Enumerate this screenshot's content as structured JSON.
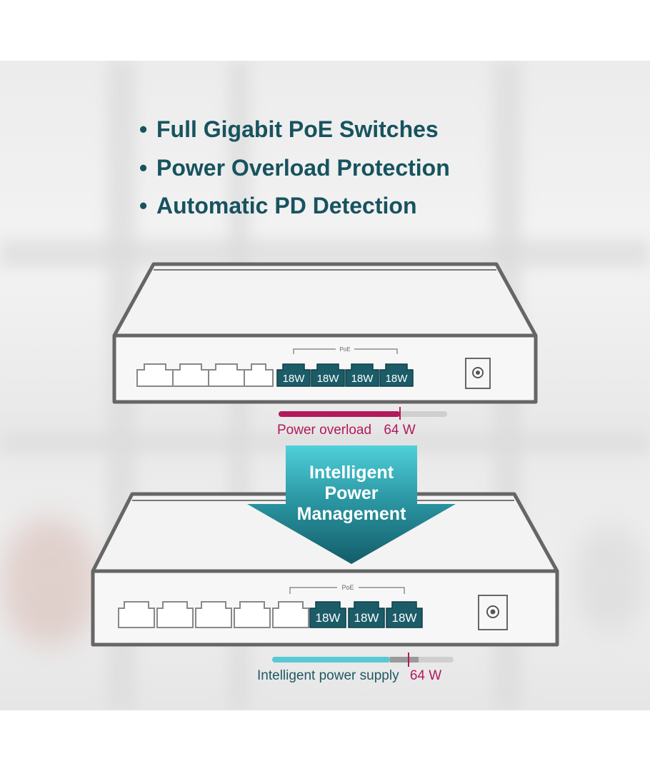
{
  "features": [
    "Full Gigabit PoE Switches",
    "Power Overload Protection",
    "Automatic PD Detection"
  ],
  "bullet": "•",
  "top_switch": {
    "poe_label": "PoE",
    "port_labels": [
      "18W",
      "18W",
      "18W",
      "18W"
    ],
    "caption_label": "Power overload",
    "caption_value": "64 W",
    "bar_fill_fraction": 0.72
  },
  "arrow": {
    "line1": "Intelligent",
    "line2": "Power",
    "line3": "Management"
  },
  "bottom_switch": {
    "poe_label": "PoE",
    "port_labels": [
      "18W",
      "18W",
      "18W"
    ],
    "caption_label": "Intelligent power supply",
    "caption_value": "64 W",
    "bar_fill_fraction": 0.65
  },
  "colors": {
    "heading": "#17535e",
    "port_fill": "#1b5c68",
    "overload": "#b3195b",
    "supply": "#58c9d4",
    "outline": "#666666"
  }
}
